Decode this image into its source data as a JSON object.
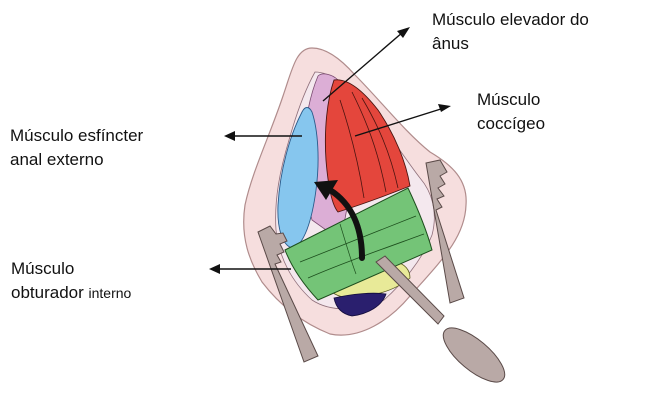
{
  "labels": {
    "elevator": {
      "line1": "Músculo elevador do",
      "line2": "ânus"
    },
    "coccygeus": {
      "line1": "Músculo",
      "line2": "coccígeo"
    },
    "sphincter": {
      "line1": "Músculo esfíncter",
      "line2": "anal externo"
    },
    "obturator": {
      "line1": "Músculo",
      "line2_main": "obturador",
      "line2_small": "interno"
    }
  },
  "colors": {
    "outer_tissue": "#f6dede",
    "outer_stroke": "#b08c8c",
    "sphincter_blue": "#86c6ee",
    "levator_pink": "#dcaed6",
    "coccygeus_red": "#e4463c",
    "obturator_green": "#74c477",
    "yellow": "#e8ea98",
    "navy": "#2a1f6e",
    "retractor": "#b9a9a6",
    "arrow": "#111111"
  }
}
